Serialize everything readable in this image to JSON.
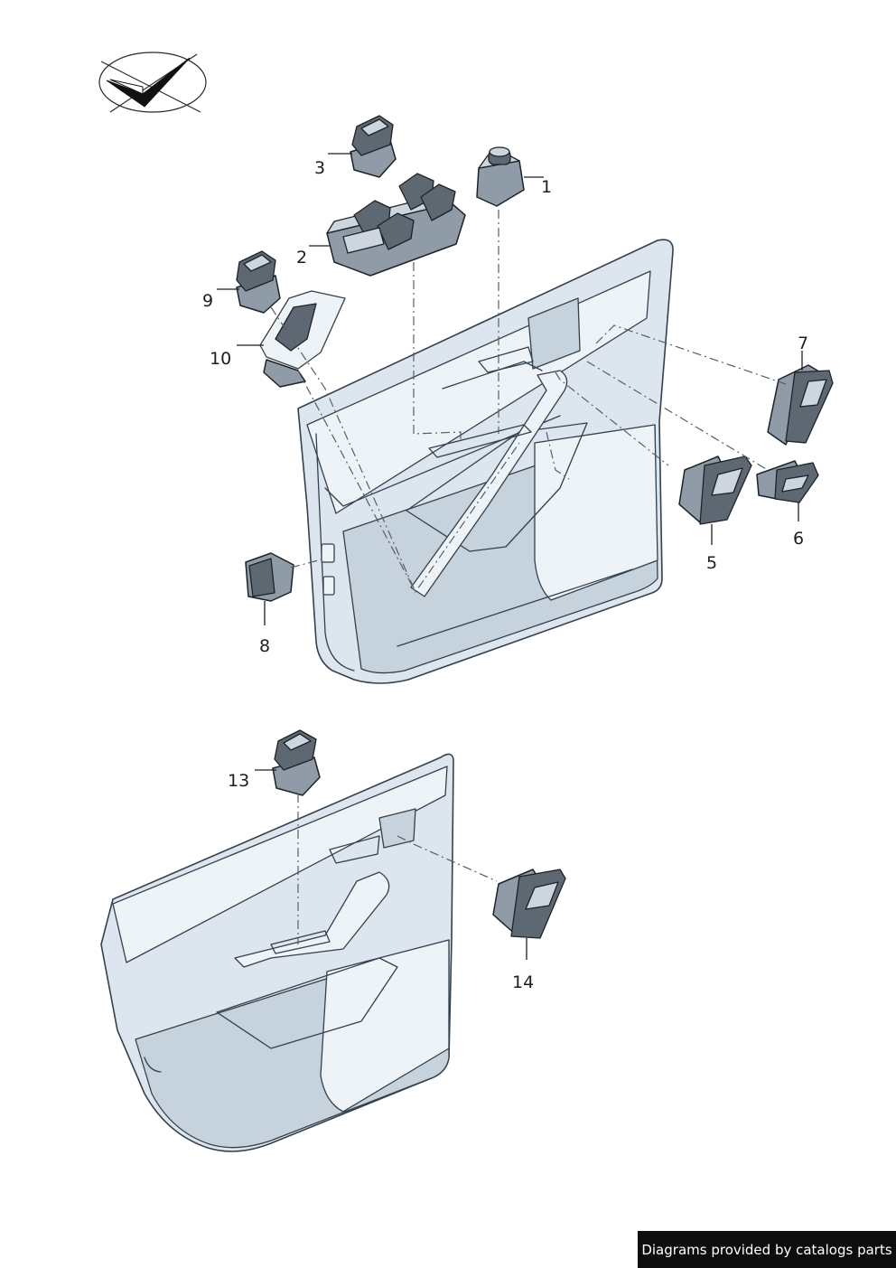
{
  "callouts": [
    {
      "id": "1",
      "label": "1"
    },
    {
      "id": "2",
      "label": "2"
    },
    {
      "id": "3",
      "label": "3"
    },
    {
      "id": "5",
      "label": "5"
    },
    {
      "id": "6",
      "label": "6"
    },
    {
      "id": "7",
      "label": "7"
    },
    {
      "id": "8",
      "label": "8"
    },
    {
      "id": "9",
      "label": "9"
    },
    {
      "id": "10",
      "label": "10"
    },
    {
      "id": "13",
      "label": "13"
    },
    {
      "id": "14",
      "label": "14"
    }
  ],
  "footer": {
    "credit": "Diagrams provided by catalogs parts"
  },
  "colors": {
    "panel": "#dde6ee",
    "switch": "#8f9ba6",
    "banner": "#0d0d0d"
  }
}
